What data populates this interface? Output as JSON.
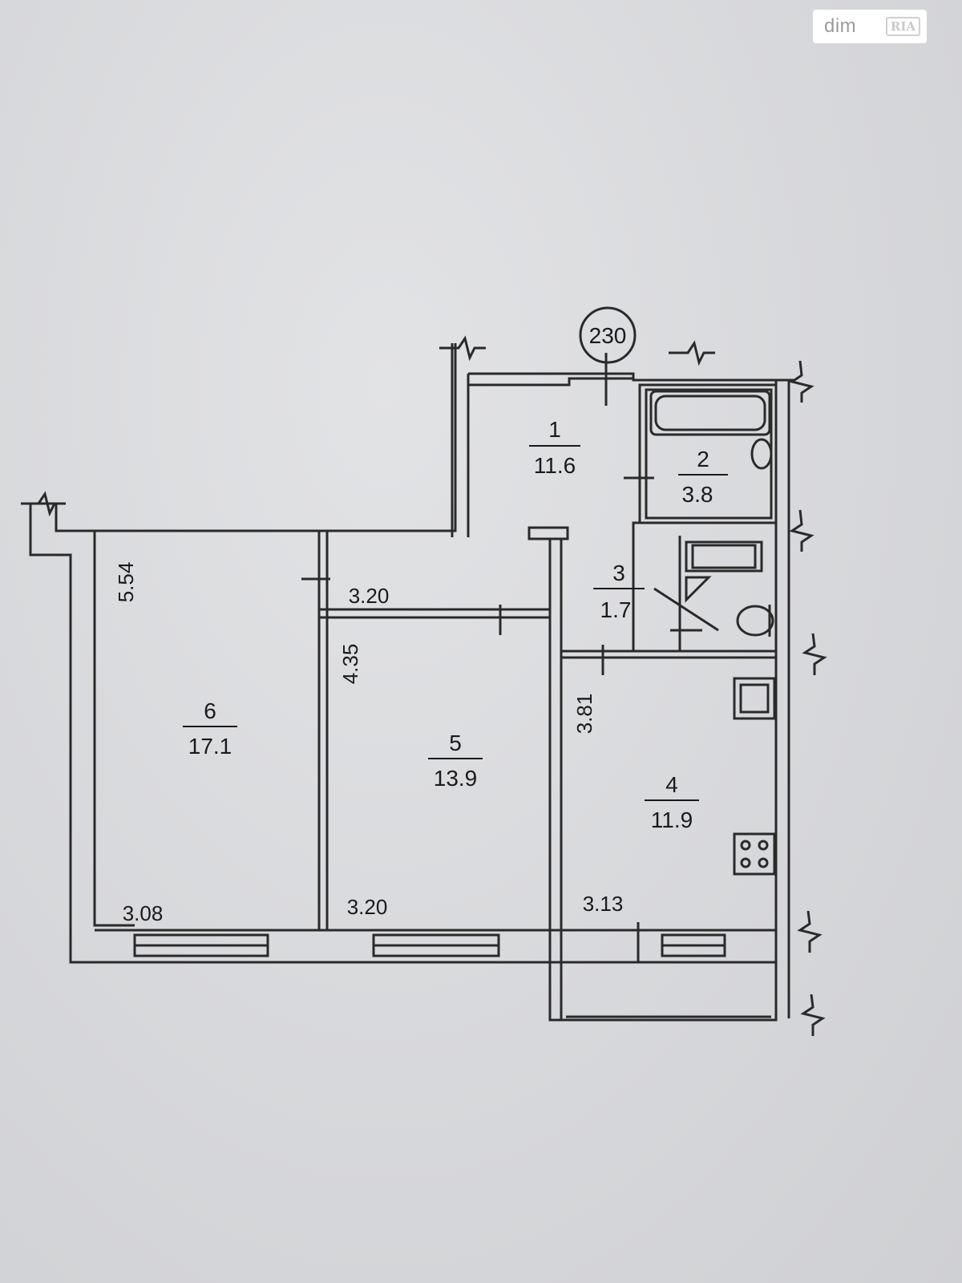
{
  "watermark": {
    "brand": "dim",
    "brand_mark": "RIA"
  },
  "plan": {
    "apartment_number": "230",
    "rooms": [
      {
        "number": "1",
        "area": "11.6"
      },
      {
        "number": "2",
        "area": "3.8"
      },
      {
        "number": "3",
        "area": "1.7"
      },
      {
        "number": "4",
        "area": "11.9"
      },
      {
        "number": "5",
        "area": "13.9"
      },
      {
        "number": "6",
        "area": "17.1"
      }
    ],
    "dimensions": {
      "room6_height": "5.54",
      "room6_width": "3.08",
      "room5_top_width": "3.20",
      "room5_height": "4.35",
      "room5_bottom_width": "3.20",
      "room4_height": "3.81",
      "room4_width": "3.13"
    }
  }
}
